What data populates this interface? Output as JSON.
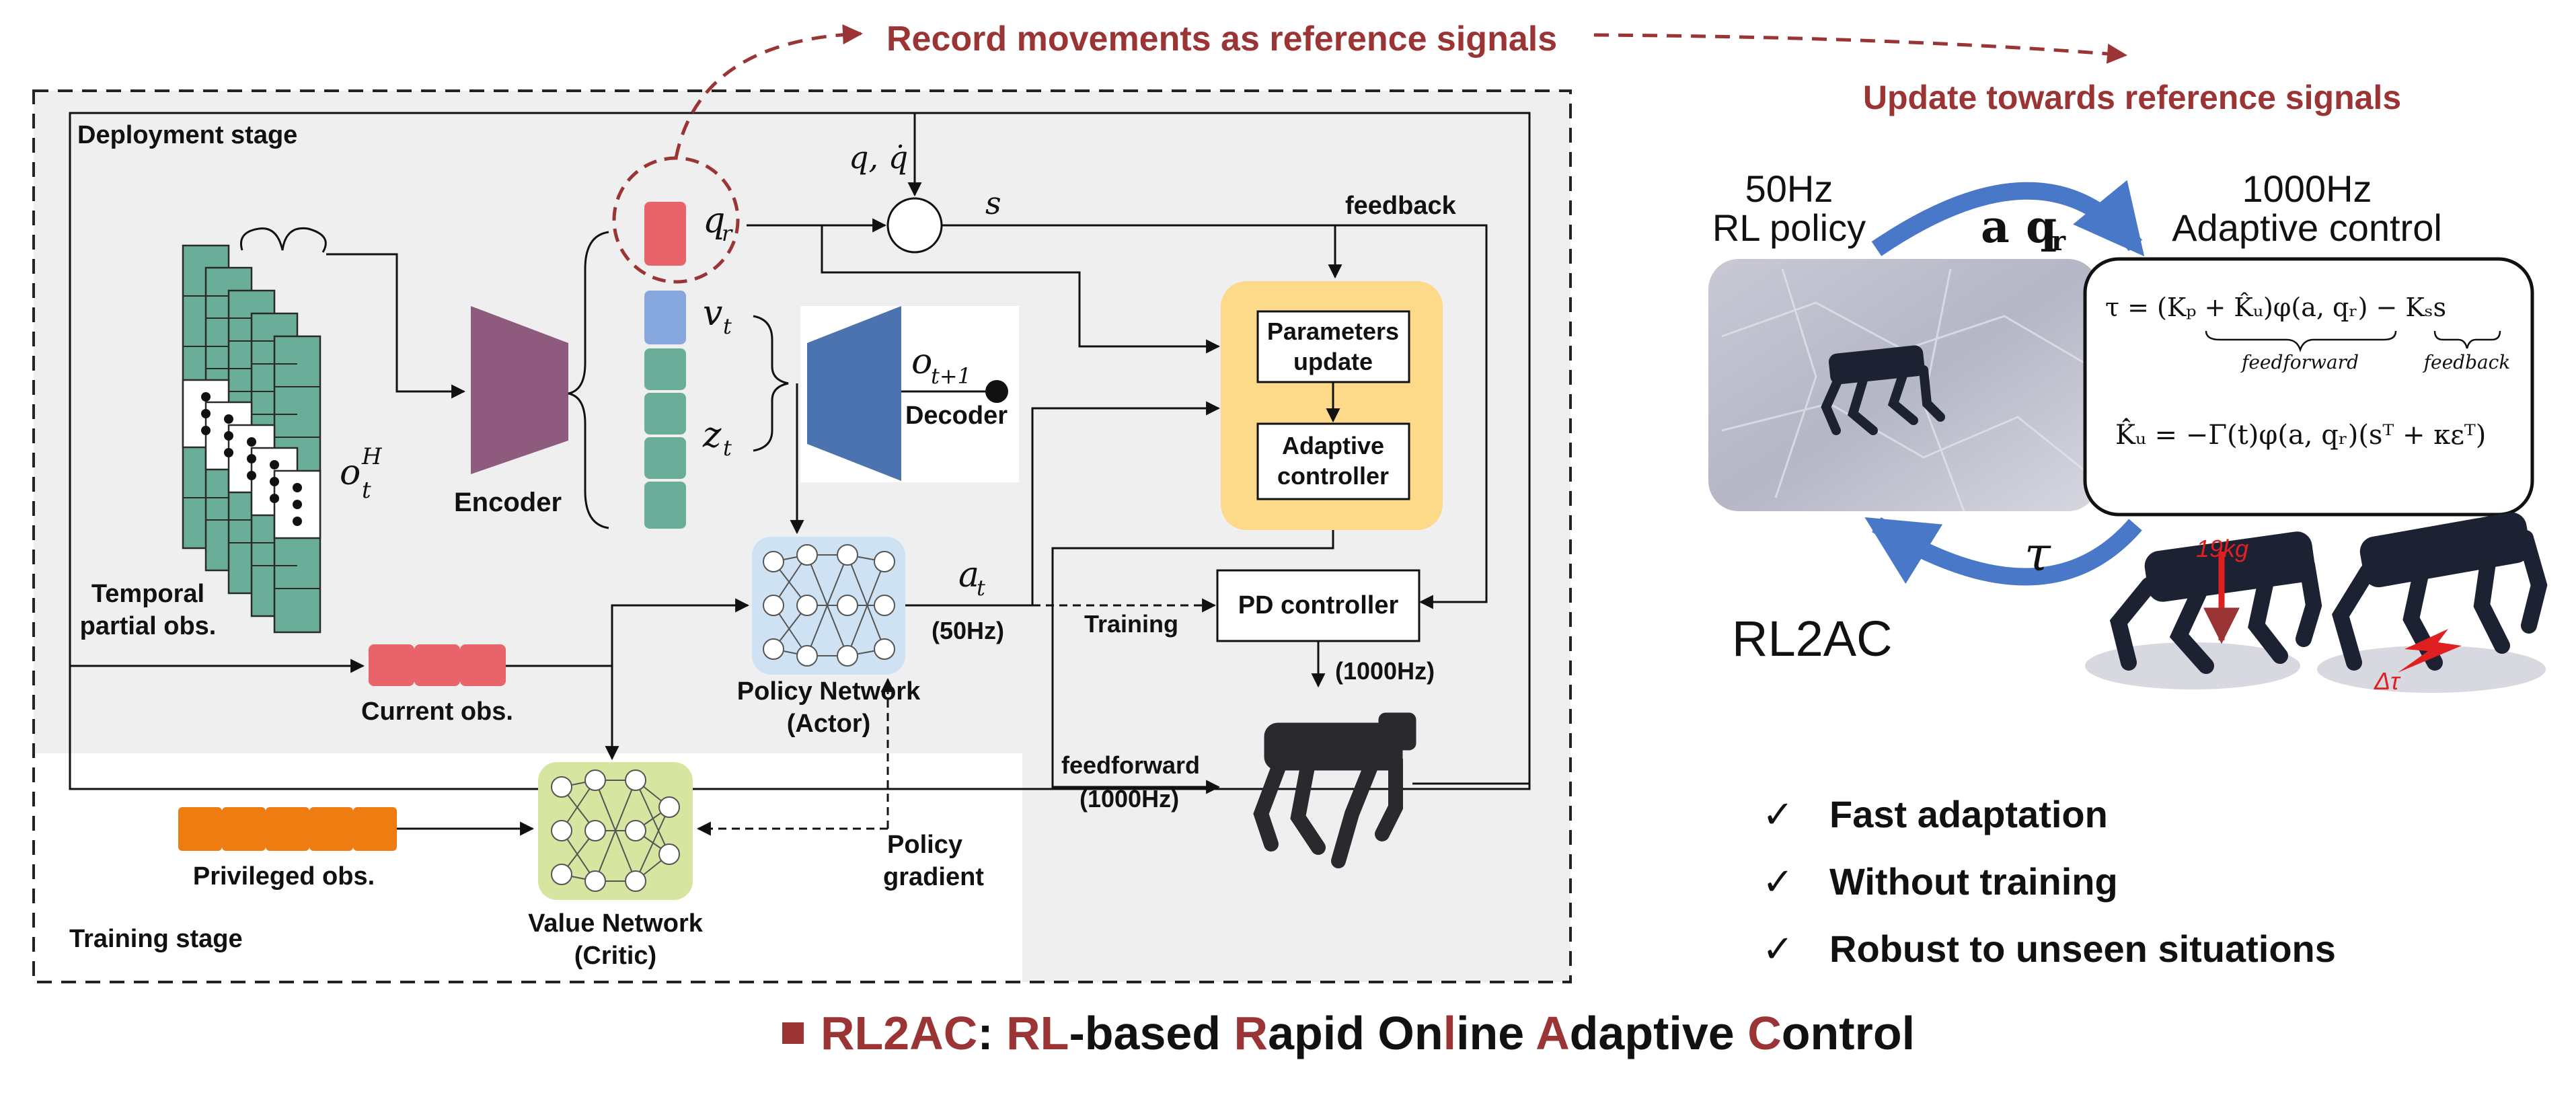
{
  "labels": {
    "record_movements": "Record movements as reference signals",
    "update_towards": "Update towards reference signals",
    "deployment_stage": "Deployment stage",
    "training_stage": "Training stage",
    "temporal_obs_line1": "Temporal",
    "temporal_obs_line2": "partial obs.",
    "obs_history": "o",
    "obs_history_sup": "H",
    "obs_history_sub": "t",
    "encoder": "Encoder",
    "decoder": "Decoder",
    "q_r": "q",
    "q_r_sub": "r",
    "v_t": "v",
    "v_t_sub": "t",
    "z_t": "z",
    "z_t_sub": "t",
    "o_next": "o",
    "o_next_sub": "t+1",
    "q_qdot": "q, q̇",
    "s": "s",
    "feedback": "feedback",
    "params_update_line1": "Parameters",
    "params_update_line2": "update",
    "adaptive_ctrl_line1": "Adaptive",
    "adaptive_ctrl_line2": "controller",
    "pd_controller": "PD controller",
    "a_t": "a",
    "a_t_sub": "t",
    "fifty_hz": "(50Hz)",
    "training": "Training",
    "thousand_hz": "(1000Hz)",
    "feedforward": "feedforward",
    "feedforward_hz": "(1000Hz)",
    "current_obs": "Current obs.",
    "policy_net_line1": "Policy Network",
    "policy_net_line2": "(Actor)",
    "privileged_obs": "Privileged obs.",
    "value_net_line1": "Value Network",
    "value_net_line2": "(Critic)",
    "policy_gradient_line1": "Policy",
    "policy_gradient_line2": "gradient",
    "rl_policy_hz": "50Hz",
    "rl_policy": "RL policy",
    "adaptive_control_hz": "1000Hz",
    "adaptive_control": "Adaptive control",
    "a_bold": "a",
    "q_bold": "q",
    "q_bold_sub": "r",
    "tau": "τ",
    "eq1_lhs": "τ = (K",
    "eq1_text": "τ = (Kₚ + K̂ᵤ)φ(a, qᵣ) −  Kₛs",
    "eq1_feedforward": "feedforward",
    "eq1_feedback": "feedback",
    "eq2_text": "K̂̇ᵤ = −Γ(t)φ(a, qᵣ)(sᵀ + κεᵀ)",
    "rl2ac": "RL2AC",
    "load_label": "19kg",
    "delta_tau": "Δτ"
  },
  "benefits": [
    {
      "check": "✓",
      "text": "Fast adaptation"
    },
    {
      "check": "✓",
      "text": "Without training"
    },
    {
      "check": "✓",
      "text": "Robust to unseen situations"
    }
  ],
  "footer": {
    "parts": [
      {
        "text": "RL2AC",
        "accent": true
      },
      {
        "text": ": ",
        "accent": false
      },
      {
        "text": "RL",
        "accent": true
      },
      {
        "text": "-based ",
        "accent": false
      },
      {
        "text": "R",
        "accent": true
      },
      {
        "text": "apid On",
        "accent": false
      },
      {
        "text": "l",
        "accent": true
      },
      {
        "text": "ine ",
        "accent": false
      },
      {
        "text": "A",
        "accent": true
      },
      {
        "text": "daptive ",
        "accent": false
      },
      {
        "text": "C",
        "accent": true
      },
      {
        "text": "ontrol",
        "accent": false
      }
    ]
  },
  "colors": {
    "accent_red": "#9b3434",
    "teal": "#6aae9a",
    "encoder_purple": "#8e5a7d",
    "decoder_blue": "#4a73b0",
    "qr_red": "#e8636a",
    "vt_blue": "#86a8de",
    "adaptive_yellow": "#fdd98a",
    "policy_blue": "#cfe2f3",
    "value_green": "#d6e5a0",
    "privileged_orange": "#ef7c11",
    "arc_blue": "#4a78c8",
    "panel_gray": "#efefef"
  }
}
